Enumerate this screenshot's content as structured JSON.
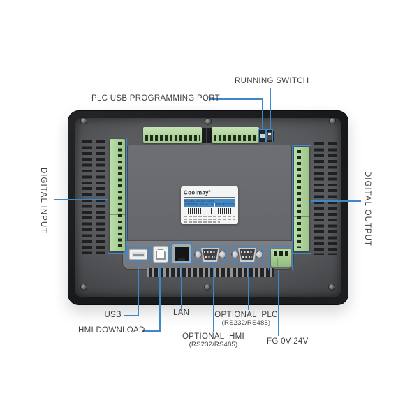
{
  "accent": "#3e88ca",
  "labels": {
    "running_switch": "RUNNING SWITCH",
    "plc_usb_programming_port": "PLC USB PROGRAMMING PORT",
    "digital_input": "DIGITAL INPUT",
    "digital_output": "DIGITAL OUTPUT",
    "usb": "USB",
    "hmi_download": "HMI DOWNLOAD",
    "lan": "LAN",
    "optional_hmi": "OPTIONAL  HMI",
    "optional_hmi_sub": "(RS232/RS485)",
    "optional_plc": "OPTIONAL  PLC",
    "optional_plc_sub": "(RS232/RS485)",
    "fg_0v_24v": "FG 0V 24V"
  },
  "sticker": {
    "brand": "Coolmay",
    "reg": "®",
    "model": "MODEL: EX3G-100H",
    "version": "VERSION: mXsw1.30",
    "input": "INPUT:DC24V"
  }
}
